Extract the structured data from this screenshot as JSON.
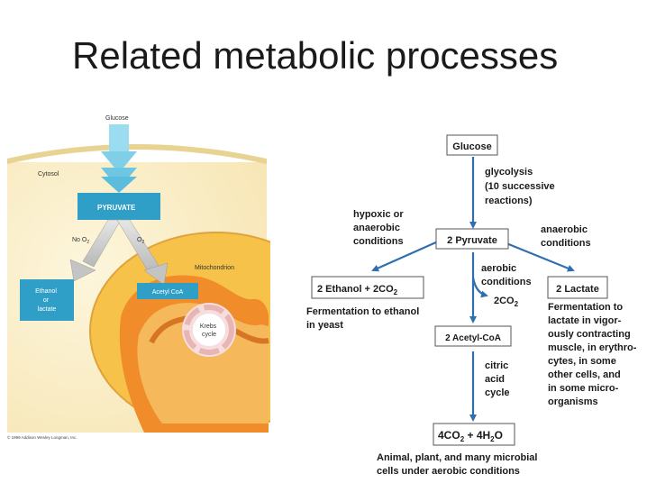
{
  "slide": {
    "title": "Related metabolic processes"
  },
  "left_figure": {
    "glucose": "Glucose",
    "cytosol": "Cytosol",
    "pyruvate": "PYRUVATE",
    "no_o2_base": "No O",
    "no_o2_sub": "2",
    "o2_base": "O",
    "o2_sub": "2",
    "mitochondrion": "Mitochondrion",
    "ethanol_lines": [
      "Ethanol",
      "or",
      "lactate"
    ],
    "acetyl_coa": "Acetyl CoA",
    "krebs_lines": [
      "Krebs",
      "cycle"
    ],
    "copyright": "© 1999 Addison Wesley Longman, Inc."
  },
  "right_figure": {
    "glucose": "Glucose",
    "glycolysis_lines": [
      "glycolysis",
      "(10 successive",
      "reactions)"
    ],
    "hypoxic_lines": [
      "hypoxic or",
      "anaerobic",
      "conditions"
    ],
    "pyruvate": "2 Pyruvate",
    "anaerobic_lines": [
      "anaerobic",
      "conditions"
    ],
    "aerobic_lines": [
      "aerobic",
      "conditions"
    ],
    "ethanol_base": "2 Ethanol + 2CO",
    "ethanol_sub": "2",
    "co2_base": "2CO",
    "co2_sub": "2",
    "lactate": "2 Lactate",
    "ferment_ethanol_lines": [
      "Fermentation to ethanol",
      "in yeast"
    ],
    "acetyl_coa": "2 Acetyl-CoA",
    "ferment_lactate_lines": [
      "Fermentation to",
      "lactate in vigor-",
      "ously contracting",
      "muscle, in erythro-",
      "cytes, in some",
      "other cells, and",
      "in some micro-",
      "organisms"
    ],
    "citric_lines": [
      "citric",
      "acid",
      "cycle"
    ],
    "products": {
      "a": "4CO",
      "a_sub": "2",
      "b": " + 4H",
      "b_sub": "2",
      "c": "O"
    },
    "animal_lines": [
      "Animal, plant, and many microbial",
      "cells under aerobic conditions"
    ]
  },
  "colors": {
    "cytosol_fill": "#fbf1cf",
    "mito_fill": "#f6c24a",
    "mito_inner": "#f08c2a",
    "pyruvate_box": "#2f9fc8",
    "glucose_arrow": "#8ed6ee",
    "right_arrow": "#2f6fb0"
  }
}
